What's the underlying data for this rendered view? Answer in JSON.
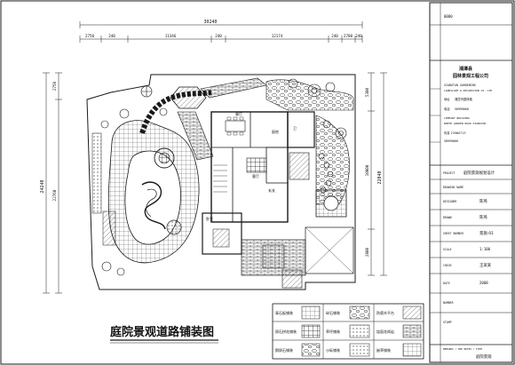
{
  "drawing": {
    "title": "庭院景观道路铺装图"
  },
  "dimensions": {
    "overall_top": "30240",
    "top_segments": [
      "2750",
      "240",
      "11346",
      "240",
      "12174",
      "240",
      "2780",
      "240"
    ],
    "left_outer": "24240",
    "left_inner": "22760",
    "left_top": "2750",
    "right_segments": [
      "5300",
      "10000",
      "2800"
    ],
    "right_outer": "22040"
  },
  "rooms": {
    "dining": "餐厅",
    "kitchen": "厨房",
    "living": "客厅",
    "hall": "玄关",
    "bath": "卫",
    "bedroom": "卧室"
  },
  "title_block": {
    "top_code": "0000",
    "company_cn": "湘潭县",
    "company_cn2": "园林景观工程公司",
    "company_en1": "XIANGTAN GARDENING",
    "company_en2": "LANDSCAPE & DECORATION CO. LTD",
    "address_label": "地址",
    "address_value": "湘潭市园林路",
    "tel_label": "电话",
    "tel_value": "58999060",
    "en_addr1": "COMPANY BUILDING",
    "en_addr2": "NORTH GARDEN ROAD XIANGTAN",
    "fax_label": "传真 23960713",
    "fax_value": "58999060",
    "project_label": "PROJECT",
    "project_value": "庭院景观规划设计",
    "drawing_label": "DRAWING NAME",
    "designer_label": "DESIGNER",
    "designer_value": "陈燕",
    "drawn_label": "DRAWN",
    "drawn_value": "陈燕",
    "sheet_label": "SHEET NUMBER",
    "sheet_value": "景施-01",
    "scale_label": "SCALE",
    "scale_value": "1:100",
    "check_label": "CHECK",
    "check_value": "王某某",
    "date_label": "DATE",
    "date_value": "2008",
    "number_label": "NUMBER",
    "stamp_label": "STAMP",
    "remark_label": "REMARKS ( SEE NOTES ) ITEM",
    "bottom_value": "庭院景观"
  },
  "legend": {
    "items": [
      {
        "label": "青石板铺装"
      },
      {
        "label": "碎石铺装"
      },
      {
        "label": "防腐木平台"
      },
      {
        "label": "卵石拼花铺装"
      },
      {
        "label": "草坪铺装"
      },
      {
        "label": "烧面花岗岩"
      },
      {
        "label": "鹅卵石铺装"
      },
      {
        "label": "沙砾铺装"
      },
      {
        "label": "嵌草铺装"
      }
    ]
  },
  "colors": {
    "line": "#1a1a1a",
    "paper": "#ffffff"
  }
}
